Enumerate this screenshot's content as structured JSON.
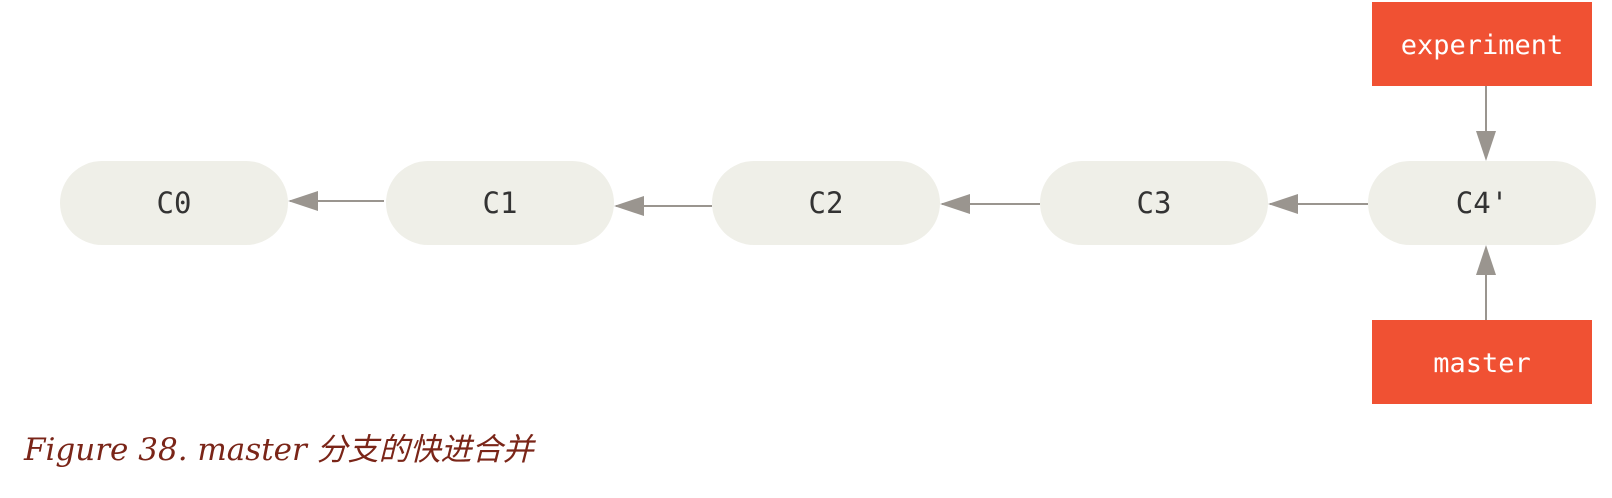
{
  "diagram": {
    "commits": [
      {
        "id": "c0",
        "label": "C0"
      },
      {
        "id": "c1",
        "label": "C1"
      },
      {
        "id": "c2",
        "label": "C2"
      },
      {
        "id": "c3",
        "label": "C3"
      },
      {
        "id": "c4",
        "label": "C4'"
      }
    ],
    "refs": {
      "experiment": "experiment",
      "master": "master"
    },
    "colors": {
      "commit_fill": "#efefe8",
      "commit_text": "#333333",
      "ref_fill": "#f05133",
      "ref_text": "#ffffff",
      "arrow": "#9a958f"
    }
  },
  "caption": "Figure 38. master 分支的快进合并"
}
